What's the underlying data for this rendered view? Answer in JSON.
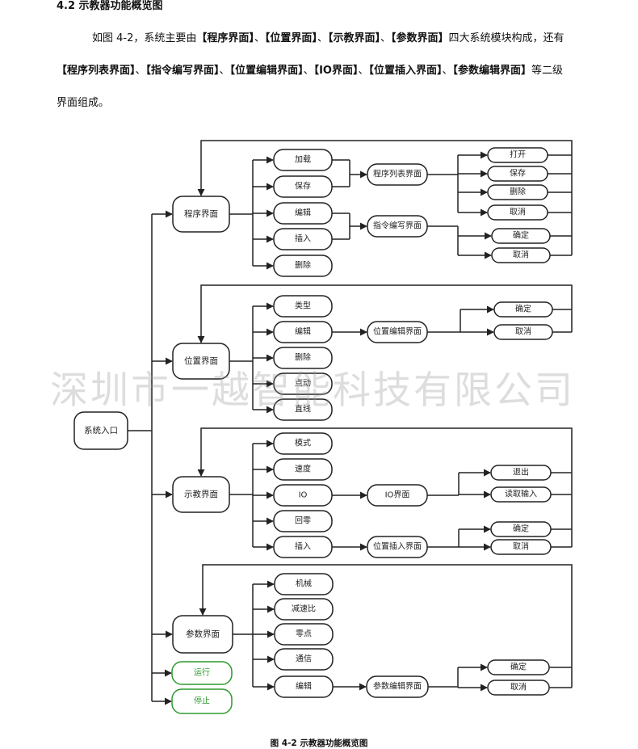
{
  "heading": "4.2 示教器功能概览图",
  "paragraph": [
    {
      "t": "如图 4-2，系统主要由",
      "b": false
    },
    {
      "t": "【程序界面】",
      "b": true
    },
    {
      "t": "、",
      "b": false
    },
    {
      "t": "【位置界面】",
      "b": true
    },
    {
      "t": "、",
      "b": false
    },
    {
      "t": "【示教界面】",
      "b": true
    },
    {
      "t": "、",
      "b": false
    },
    {
      "t": "【参数界面】",
      "b": true
    },
    {
      "t": "四大系统模块构成，还有",
      "b": false
    },
    {
      "t": "【程序列表界面】",
      "b": true
    },
    {
      "t": "、",
      "b": false
    },
    {
      "t": "【指令编写界面】",
      "b": true
    },
    {
      "t": "、",
      "b": false
    },
    {
      "t": "【位置编辑界面】",
      "b": true
    },
    {
      "t": "、",
      "b": false
    },
    {
      "t": "【IO界面】",
      "b": true
    },
    {
      "t": "、",
      "b": false
    },
    {
      "t": "【位置插入界面】",
      "b": true
    },
    {
      "t": "、",
      "b": false
    },
    {
      "t": "【参数编辑界面】",
      "b": true
    },
    {
      "t": "等二级界面组成。",
      "b": false
    }
  ],
  "watermark": "深圳市一越智能科技有限公司",
  "caption": "图 4-2 示教器功能概览图",
  "diagram": {
    "nodes": {
      "entry": "系统入口",
      "prog": "程序界面",
      "pos": "位置界面",
      "teach": "示教界面",
      "param": "参数界面",
      "run": "运行",
      "stop": "停止",
      "p_load": "加载",
      "p_save": "保存",
      "p_edit": "编辑",
      "p_insert": "插入",
      "p_delete": "删除",
      "proglist": "程序列表界面",
      "cmdwrite": "指令编写界面",
      "pl_open": "打开",
      "pl_save": "保存",
      "pl_delete": "删除",
      "pl_cancel": "取消",
      "cw_ok": "确定",
      "cw_cancel": "取消",
      "pos_type": "类型",
      "pos_edit": "编辑",
      "pos_delete": "删除",
      "pos_point": "点动",
      "pos_line": "直线",
      "posedit": "位置编辑界面",
      "pe_ok": "确定",
      "pe_cancel": "取消",
      "t_mode": "模式",
      "t_speed": "速度",
      "t_io": "IO",
      "t_home": "回零",
      "t_insert": "插入",
      "io": "IO界面",
      "io_exit": "退出",
      "io_read": "读取输入",
      "posins": "位置插入界面",
      "pi_ok": "确定",
      "pi_cancel": "取消",
      "pr_mech": "机械",
      "pr_ratio": "减速比",
      "pr_zero": "零点",
      "pr_comm": "通信",
      "pr_edit": "编辑",
      "paramedit": "参数编辑界面",
      "pm_ok": "确定",
      "pm_cancel": "取消"
    }
  }
}
